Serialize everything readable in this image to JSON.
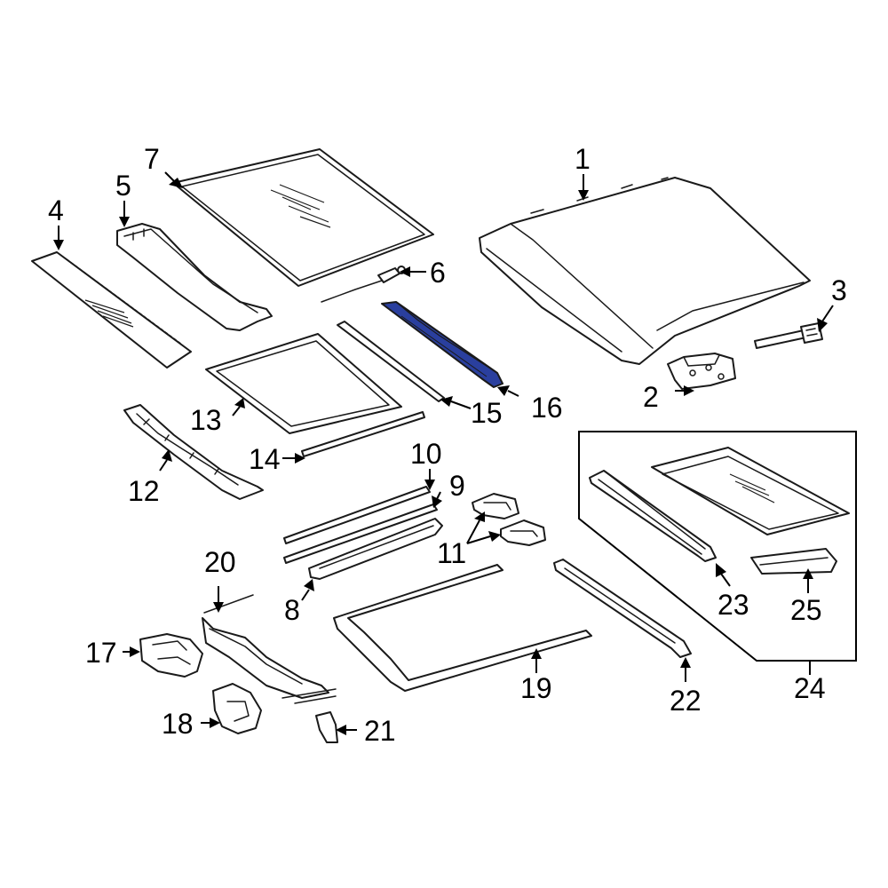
{
  "diagram": {
    "highlight_color": "#2a3f9e",
    "line_color": "#1a1a1a",
    "background": "#ffffff",
    "highlighted_part": "16",
    "callouts": {
      "c1": "1",
      "c2": "2",
      "c3": "3",
      "c4": "4",
      "c5": "5",
      "c6": "6",
      "c7": "7",
      "c8": "8",
      "c9": "9",
      "c10": "10",
      "c11": "11",
      "c12": "12",
      "c13": "13",
      "c14": "14",
      "c15": "15",
      "c16": "16",
      "c17": "17",
      "c18": "18",
      "c19": "19",
      "c20": "20",
      "c21": "21",
      "c22": "22",
      "c23": "23",
      "c24": "24",
      "c25": "25"
    }
  }
}
